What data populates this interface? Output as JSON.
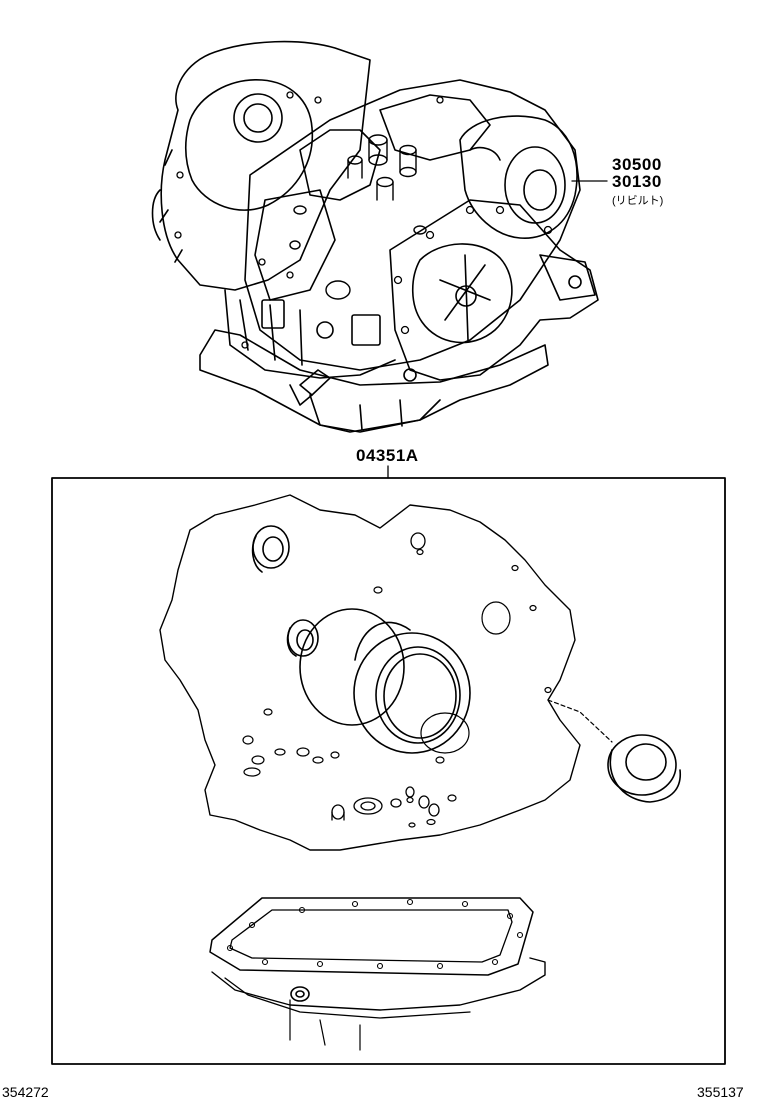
{
  "callouts": {
    "part_a": "30500",
    "part_b": "30130",
    "part_b_note": "(リビルト)",
    "kit": "04351A"
  },
  "footer": {
    "left_id": "354272",
    "right_id": "355137"
  }
}
